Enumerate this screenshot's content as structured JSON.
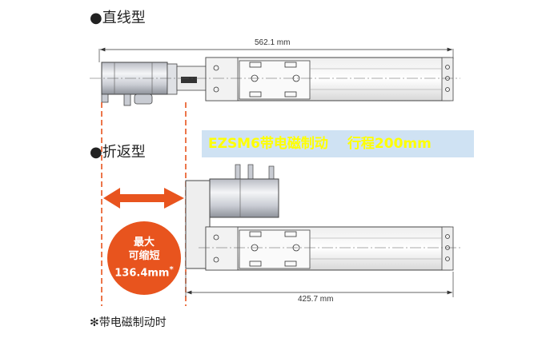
{
  "headings": {
    "straight": "●直线型",
    "folded": "●折返型"
  },
  "dimensions": {
    "straight_length": "562.1 mm",
    "folded_length": "425.7 mm"
  },
  "banner": {
    "model": "EZSM6带电磁制动",
    "stroke": "行程200mm"
  },
  "badge": {
    "line1": "最大",
    "line2": "可缩短",
    "line3": "136.4mm",
    "mark": "*"
  },
  "footnote": "✻带电磁制动时",
  "colors": {
    "accent": "#e8541e",
    "banner_bg": "#cfe2f3",
    "banner_text": "#ffff00"
  }
}
